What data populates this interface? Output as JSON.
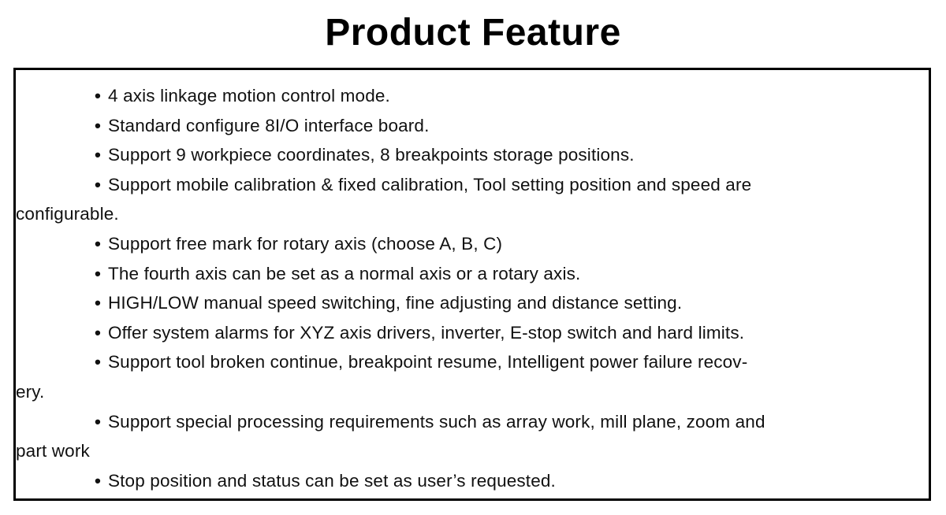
{
  "title": "Product Feature",
  "bullet": "•",
  "features": [
    {
      "lines": [
        "4 axis linkage motion control mode."
      ]
    },
    {
      "lines": [
        "Standard configure 8I/O interface board."
      ]
    },
    {
      "lines": [
        "Support 9 workpiece coordinates, 8 breakpoints storage positions."
      ]
    },
    {
      "lines": [
        "Support mobile calibration & fixed calibration, Tool setting position and speed are",
        "configurable."
      ]
    },
    {
      "lines": [
        "Support free mark for rotary axis (choose A, B, C)"
      ]
    },
    {
      "lines": [
        "The fourth axis can be set as a normal axis or a rotary axis."
      ]
    },
    {
      "lines": [
        "HIGH/LOW manual speed switching, fine adjusting and distance setting."
      ]
    },
    {
      "lines": [
        "Offer system alarms for XYZ axis drivers, inverter, E-stop switch and hard limits."
      ]
    },
    {
      "lines": [
        "Support tool broken continue, breakpoint resume, Intelligent power failure recov-",
        "ery."
      ]
    },
    {
      "lines": [
        "Support special processing requirements such as array work, mill plane, zoom and",
        "part work"
      ]
    },
    {
      "lines": [
        "Stop position and status can be set as user’s requested."
      ]
    }
  ]
}
